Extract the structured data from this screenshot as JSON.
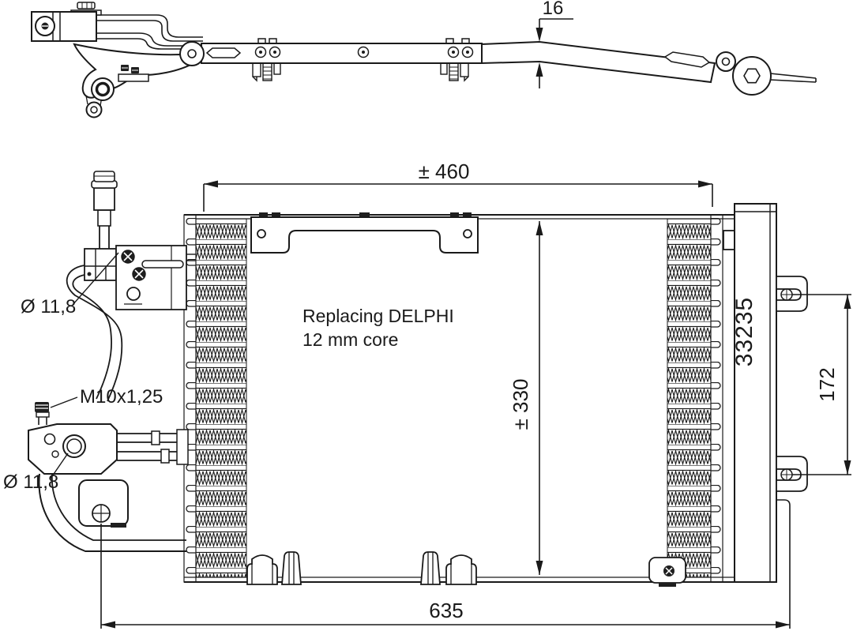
{
  "drawing": {
    "type": "technical-drawing",
    "subject": "air-conditioning condenser, top view and front view",
    "background": "#ffffff",
    "line_color": "#1a1a1a",
    "note": {
      "line1": "Replacing DELPHI",
      "line2": "12 mm core"
    },
    "part_number": "33235",
    "dims": {
      "thickness": "16",
      "core_width": "± 460",
      "core_height": "± 330",
      "bracket_pitch": "172",
      "overall_width": "635",
      "port_upper": "Ø 11,8",
      "port_lower": "Ø 11,8",
      "thread": "M10x1,25"
    }
  }
}
